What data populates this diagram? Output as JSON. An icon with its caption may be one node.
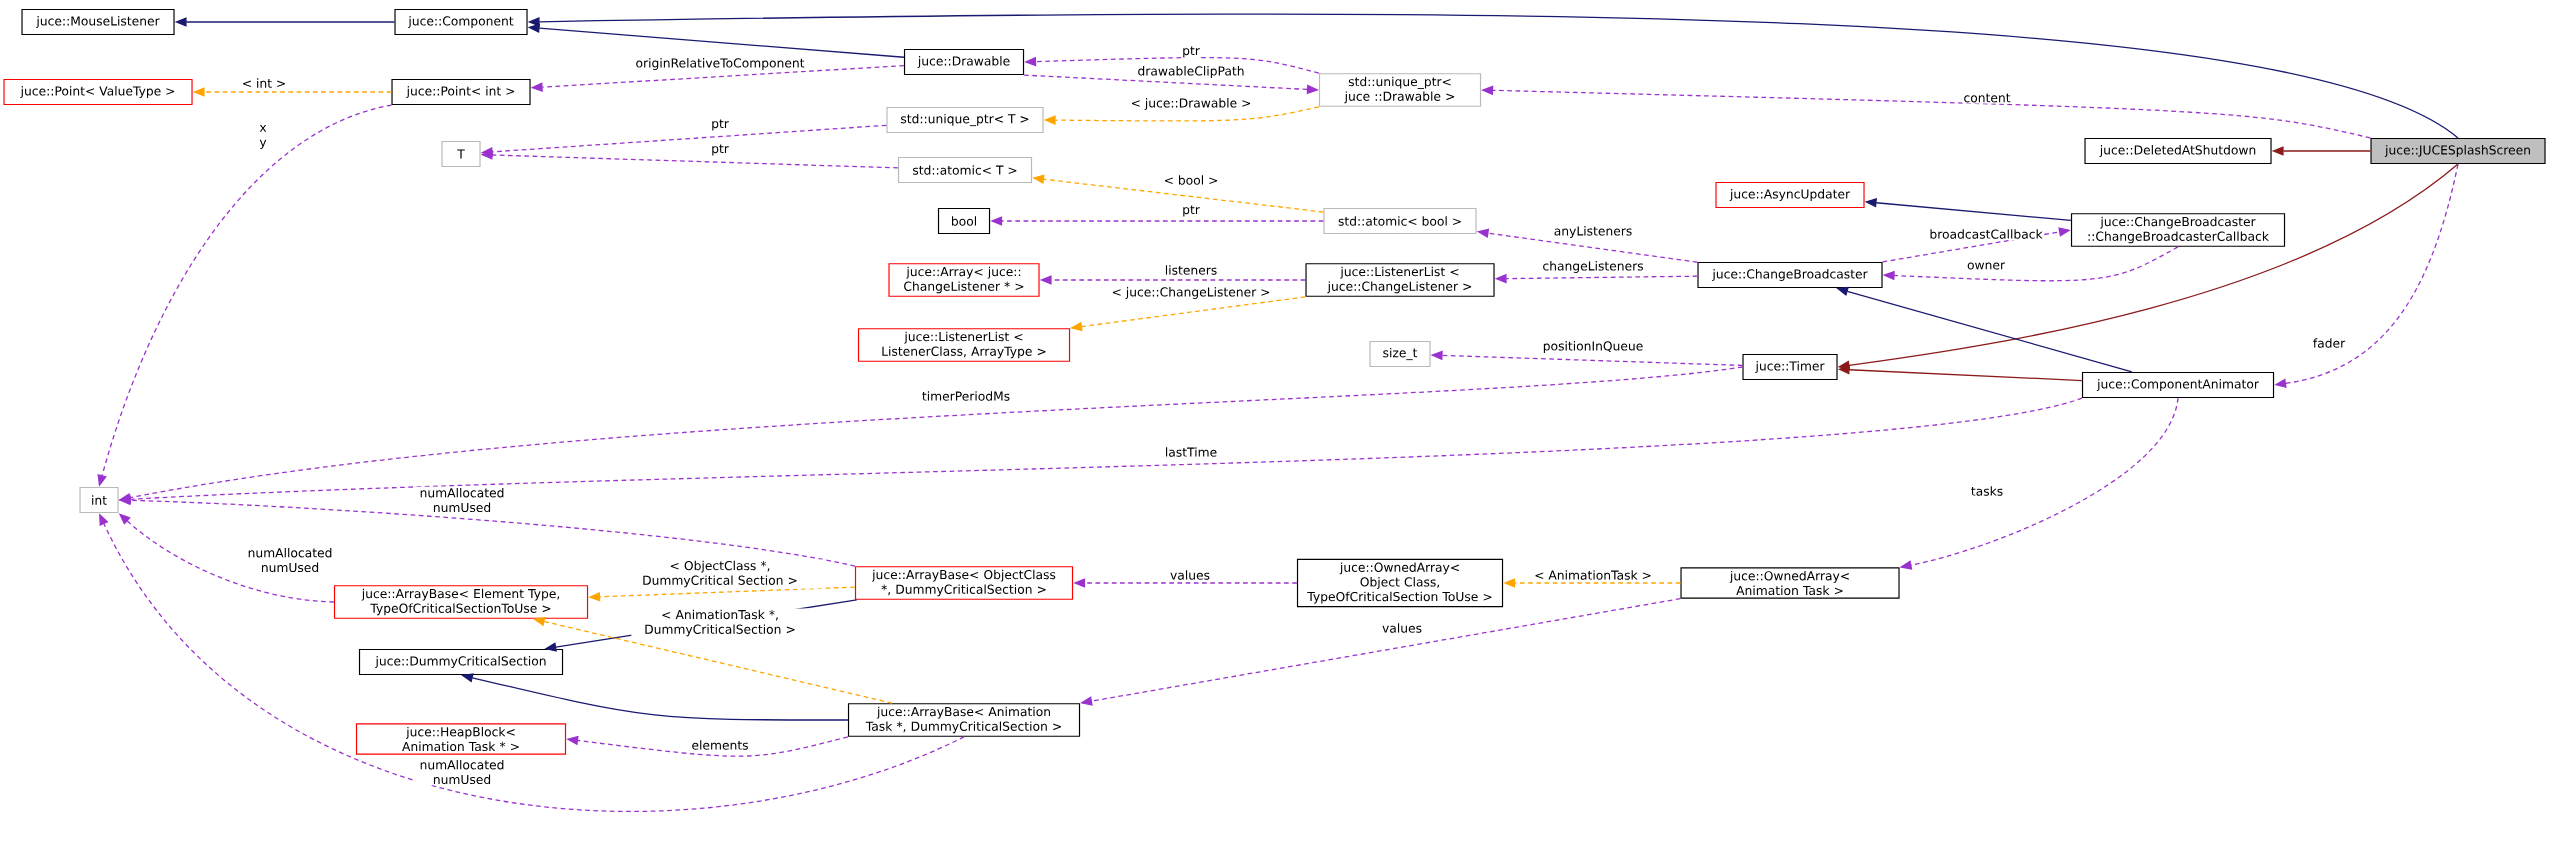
{
  "diagram": {
    "nodes": [
      {
        "text": [
          "juce::MouseListener"
        ]
      },
      {
        "text": [
          "juce::Component"
        ]
      },
      {
        "text": [
          "juce::Point< ValueType >"
        ]
      },
      {
        "text": [
          "juce::Point< int >"
        ]
      },
      {
        "text": [
          "T"
        ]
      },
      {
        "text": [
          "juce::Drawable"
        ]
      },
      {
        "text": [
          "std::unique_ptr< T >"
        ]
      },
      {
        "text": [
          "std::atomic< T >"
        ]
      },
      {
        "text": [
          "bool"
        ]
      },
      {
        "text": [
          "juce::Array< juce:: ChangeListener * >"
        ]
      },
      {
        "text": [
          "juce::ListenerList < ListenerClass, ArrayType >"
        ]
      },
      {
        "text": [
          "std::unique_ptr< juce ::Drawable >"
        ]
      },
      {
        "text": [
          "std::atomic< bool >"
        ]
      },
      {
        "text": [
          "juce::ListenerList < juce::ChangeListener >"
        ]
      },
      {
        "text": [
          "size_t"
        ]
      },
      {
        "text": [
          "juce::AsyncUpdater"
        ]
      },
      {
        "text": [
          "juce::ChangeBroadcaster"
        ]
      },
      {
        "text": [
          "juce::Timer"
        ]
      },
      {
        "text": [
          "juce::DeletedAtShutdown"
        ]
      },
      {
        "text": [
          "juce::ChangeBroadcaster ::ChangeBroadcasterCallback"
        ]
      },
      {
        "text": [
          "juce::ComponentAnimator"
        ]
      },
      {
        "text": [
          "juce::JUCESplashScreen"
        ]
      },
      {
        "text": [
          "int"
        ]
      },
      {
        "text": [
          "juce::ArrayBase< Element Type, TypeOfCriticalSectionToUse >"
        ]
      },
      {
        "text": [
          "juce::DummyCriticalSection"
        ]
      },
      {
        "text": [
          "juce::HeapBlock< Animation Task * >"
        ]
      },
      {
        "text": [
          "juce::ArrayBase< ObjectClass *, DummyCriticalSection >"
        ]
      },
      {
        "text": [
          "juce::ArrayBase< Animation Task *, DummyCriticalSection >"
        ]
      },
      {
        "text": [
          "juce::OwnedArray< Object Class, TypeOfCriticalSection ToUse >"
        ]
      },
      {
        "text": [
          "juce::OwnedArray< Animation Task >"
        ]
      }
    ],
    "edges": [
      {
        "from": 1,
        "to": 0,
        "arrow": "to",
        "color": "#191970"
      },
      {
        "from": 21,
        "to": 1,
        "arrow": "to",
        "color": "#191970"
      },
      {
        "from": 5,
        "to": 1,
        "arrow": "to",
        "color": "#191970"
      },
      {
        "from": 3,
        "to": 2,
        "arrow": "to",
        "label": "< int >",
        "style": "dashed",
        "color": "#ffa500"
      },
      {
        "from": 5,
        "to": 3,
        "arrow": "to",
        "label": "originRelativeToComponent",
        "style": "dashed"
      },
      {
        "from": 3,
        "to": 22,
        "arrow": "to",
        "label": "x y",
        "style": "dashed"
      },
      {
        "from": 11,
        "to": 5,
        "arrow": "to",
        "label": "ptr",
        "style": "dashed"
      },
      {
        "from": 5,
        "to": 11,
        "arrow": "to",
        "label": "drawableClipPath",
        "style": "dashed"
      },
      {
        "from": 11,
        "to": 6,
        "arrow": "to",
        "label": "< juce::Drawable >",
        "style": "dashed",
        "color": "#ffa500"
      },
      {
        "from": 6,
        "to": 4,
        "arrow": "to",
        "label": "ptr",
        "style": "dashed"
      },
      {
        "from": 7,
        "to": 4,
        "arrow": "to",
        "label": "ptr",
        "style": "dashed"
      },
      {
        "from": 21,
        "to": 11,
        "arrow": "to",
        "label": "content",
        "style": "dashed"
      },
      {
        "from": 21,
        "to": 18,
        "arrow": "to",
        "color": "#8b1a1a"
      },
      {
        "from": 12,
        "to": 7,
        "arrow": "to",
        "label": "< bool >",
        "style": "dashed",
        "color": "#ffa500"
      },
      {
        "from": 12,
        "to": 8,
        "arrow": "to",
        "label": "ptr",
        "style": "dashed"
      },
      {
        "from": 16,
        "to": 12,
        "arrow": "to",
        "label": "anyListeners",
        "style": "dashed"
      },
      {
        "from": 13,
        "to": 9,
        "arrow": "to",
        "label": "listeners",
        "style": "dashed"
      },
      {
        "from": 13,
        "to": 10,
        "arrow": "to",
        "label": "< juce::ChangeListener >",
        "style": "dashed",
        "color": "#ffa500"
      },
      {
        "from": 16,
        "to": 13,
        "arrow": "to",
        "label": "changeListeners",
        "style": "dashed"
      },
      {
        "from": 19,
        "to": 15,
        "arrow": "to",
        "color": "#191970"
      },
      {
        "from": 16,
        "to": 19,
        "arrow": "to",
        "label": "broadcastCallback",
        "style": "dashed"
      },
      {
        "from": 19,
        "to": 16,
        "arrow": "to",
        "label": "owner",
        "style": "dashed"
      },
      {
        "from": 21,
        "to": 17,
        "arrow": "to",
        "color": "#8b1a1a"
      },
      {
        "from": 20,
        "to": 17,
        "arrow": "to",
        "color": "#8b1a1a"
      },
      {
        "from": 20,
        "to": 16,
        "arrow": "to",
        "color": "#191970"
      },
      {
        "from": 21,
        "to": 20,
        "arrow": "to",
        "label": "fader",
        "style": "dashed"
      },
      {
        "from": 17,
        "to": 14,
        "arrow": "to",
        "label": "positionInQueue",
        "style": "dashed"
      },
      {
        "from": 17,
        "to": 22,
        "arrow": "to",
        "label": "timerPeriodMs",
        "style": "dashed"
      },
      {
        "from": 20,
        "to": 22,
        "arrow": "to",
        "label": "lastTime",
        "style": "dashed"
      },
      {
        "from": 20,
        "to": 29,
        "arrow": "to",
        "label": "tasks",
        "style": "dashed"
      },
      {
        "from": 26,
        "to": 22,
        "arrow": "to",
        "label": "numAllocated numUsed",
        "style": "dashed"
      },
      {
        "from": 23,
        "to": 22,
        "arrow": "to",
        "label": "numAllocated numUsed",
        "style": "dashed"
      },
      {
        "from": 26,
        "to": 23,
        "arrow": "to",
        "label": "< ObjectClass *, DummyCritical Section >",
        "style": "dashed",
        "color": "#ffa500"
      },
      {
        "from": 26,
        "to": 24,
        "arrow": "to",
        "color": "#191970"
      },
      {
        "from": 27,
        "to": 23,
        "arrow": "to",
        "label": "< AnimationTask *, DummyCriticalSection >",
        "style": "dashed",
        "color": "#ffa500"
      },
      {
        "from": 27,
        "to": 24,
        "arrow": "to",
        "color": "#191970"
      },
      {
        "from": 27,
        "to": 25,
        "arrow": "to",
        "label": "elements",
        "style": "dashed"
      },
      {
        "from": 27,
        "to": 22,
        "arrow": "to",
        "label": "numAllocated numUsed",
        "style": "dashed"
      },
      {
        "from": 28,
        "to": 26,
        "arrow": "to",
        "label": "values",
        "style": "dashed"
      },
      {
        "from": 29,
        "to": 28,
        "arrow": "to",
        "label": "< AnimationTask >",
        "style": "dashed",
        "color": "#ffa500"
      },
      {
        "from": 29,
        "to": 27,
        "arrow": "to",
        "label": "values",
        "style": "dashed"
      }
    ]
  }
}
